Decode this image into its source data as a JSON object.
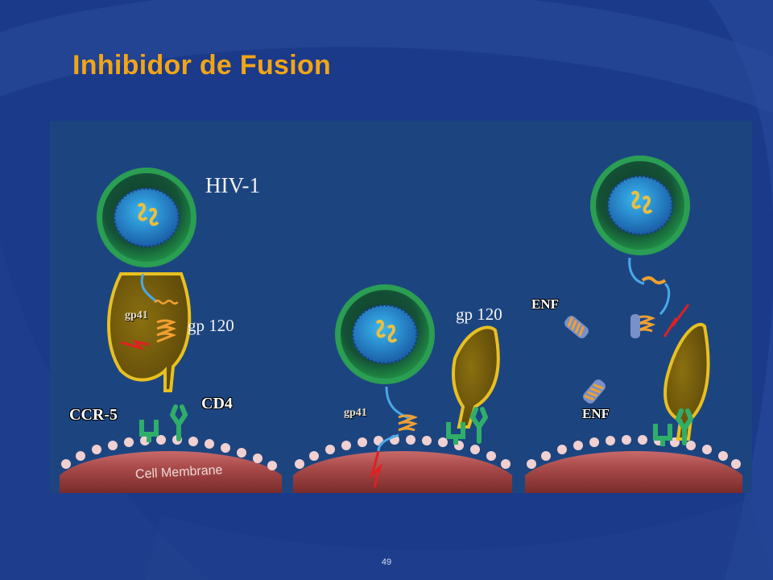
{
  "slide": {
    "title": "Inhibidor  de Fusion",
    "page_number": "49"
  },
  "labels": {
    "hiv": "HIV-1",
    "gp120_1": "gp 120",
    "gp120_2": "gp 120",
    "gp41_1": "gp41",
    "gp41_2": "gp41",
    "ccr5": "CCR-5",
    "cd4": "CD4",
    "cell_membrane": "Cell Membrane",
    "enf_1": "ENF",
    "enf_2": "ENF"
  },
  "colors": {
    "slide_bg": "#1b3a8a",
    "panel_bg": "#1c4580",
    "title": "#f2a516",
    "virus_envelope": "#1f8a44",
    "gp120": "#c9a000",
    "membrane": "#a84a4a",
    "receptor": "#2fae6a",
    "gp41_helix": "#f0a030",
    "fusion_peptide": "#e02020",
    "loop": "#4aa8e8"
  },
  "icons": {
    "hiv_virion": "virus-icon",
    "cell_membrane": "membrane-shape",
    "cd4_receptor": "cd4-icon",
    "ccr5_receptor": "ccr5-icon",
    "enfuvirtide": "enf-peptide-icon"
  }
}
